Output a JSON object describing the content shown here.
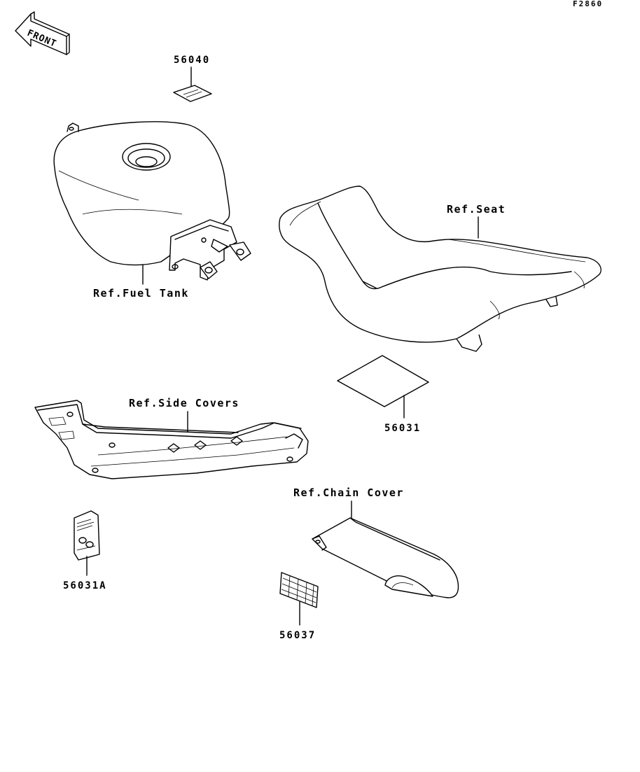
{
  "figure_code": "F2860",
  "front_badge": "FRONT",
  "labels": {
    "part_56040": "56040",
    "ref_fuel_tank": "Ref.Fuel Tank",
    "ref_seat": "Ref.Seat",
    "part_56031": "56031",
    "ref_side_covers": "Ref.Side Covers",
    "ref_chain_cover": "Ref.Chain Cover",
    "part_56031a": "56031A",
    "part_56037": "56037"
  }
}
